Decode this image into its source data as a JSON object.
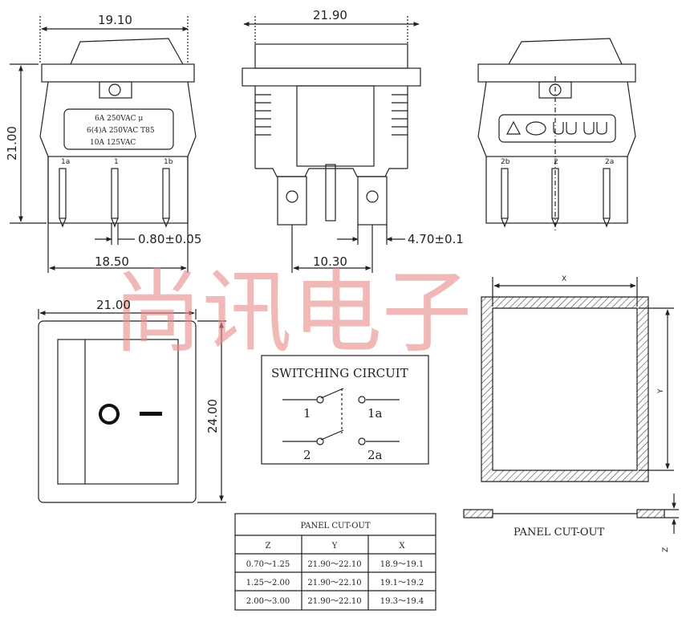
{
  "dimensions": {
    "top_width": "19.10",
    "height": "21.00",
    "pin_width": "0.80±0.05",
    "pin_span": "18.50",
    "side_width": "21.90",
    "pin_spacing": "10.30",
    "terminal_width": "4.70±0.1",
    "front_width": "21.00",
    "front_height": "24.00"
  },
  "label_lines": [
    "6A 250VAC μ",
    "6(4)A 250VAC T85",
    "10A 125VAC"
  ],
  "pins_left": [
    "1a",
    "1",
    "1b"
  ],
  "pins_right": [
    "2b",
    "2",
    "2a"
  ],
  "front_symbols": {
    "off": "O",
    "on": "—"
  },
  "circuit": {
    "title": "SWITCHING CIRCUIT",
    "labels": [
      "1",
      "1a",
      "2",
      "2a"
    ]
  },
  "cutout": {
    "x_label": "X",
    "y_label": "Y",
    "z_label": "Z",
    "caption": "PANEL CUT-OUT"
  },
  "table": {
    "title": "PANEL CUT-OUT",
    "headers": [
      "Z",
      "Y",
      "X"
    ],
    "rows": [
      [
        "0.70～1.25",
        "21.90～22.10",
        "18.9～19.1"
      ],
      [
        "1.25～2.00",
        "21.90～22.10",
        "19.1～19.2"
      ],
      [
        "2.00～3.00",
        "21.90～22.10",
        "19.3～19.4"
      ]
    ]
  },
  "watermark": "尚讯电子",
  "colors": {
    "line": "#222222",
    "watermark": "#e88a8a"
  }
}
